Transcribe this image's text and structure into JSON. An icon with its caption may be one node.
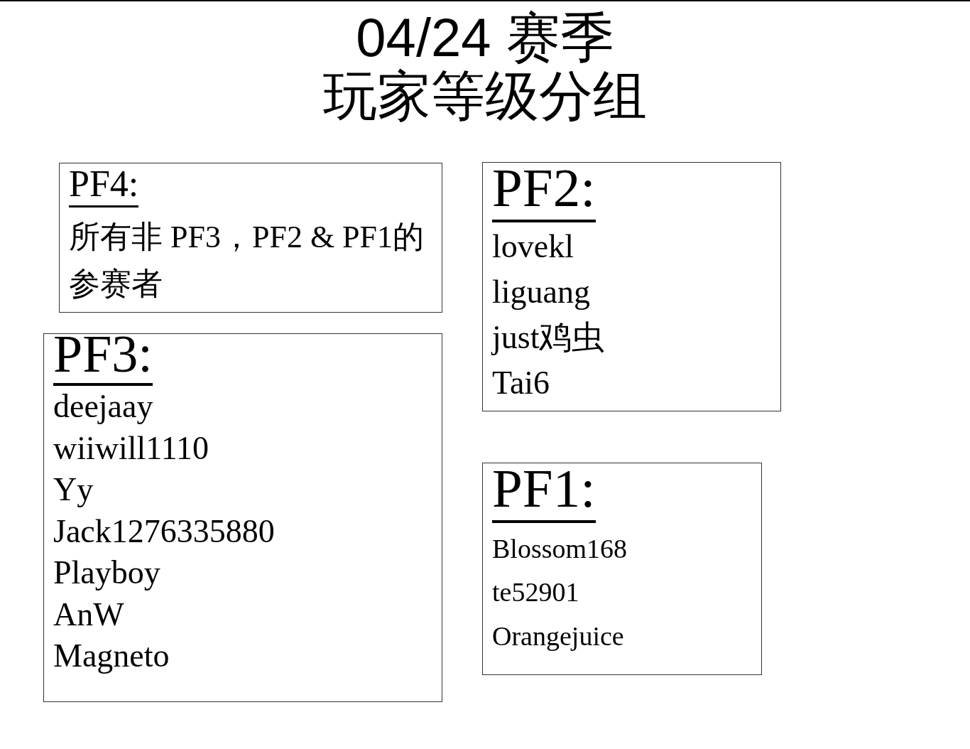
{
  "diagram": {
    "title": "04/24 赛季玩家等级分组",
    "nodes": [
      {
        "text": [
          "PF4:",
          "所有非 PF3，PF2 & PF1的参赛者"
        ]
      },
      {
        "text": [
          "PF2:",
          "lovekl",
          "liguang",
          "just鸡虫",
          "Tai6"
        ]
      },
      {
        "text": [
          "PF3:",
          "deejaay",
          "wiiwill1110",
          "Yy",
          "Jack1276335880",
          "Playboy",
          "AnW",
          "Magneto"
        ]
      },
      {
        "text": [
          "PF1:",
          "Blossom168",
          "te52901",
          "Orangejuice"
        ]
      }
    ]
  }
}
